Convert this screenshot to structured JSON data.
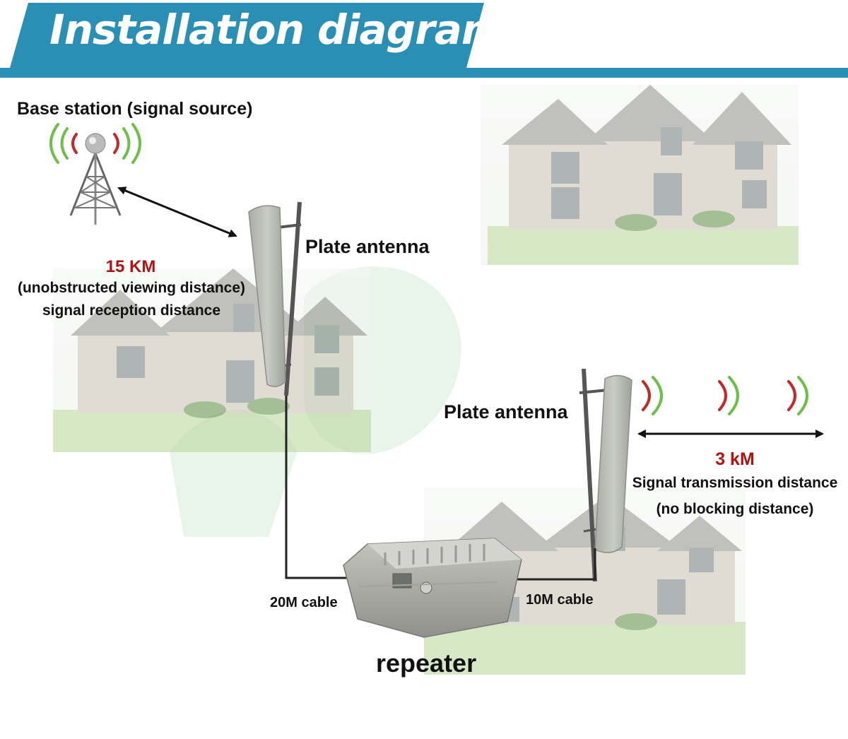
{
  "title": "Installation diagram",
  "base_station": {
    "label": "Base station (signal source)",
    "distance": "15 KM",
    "note_line1": "(unobstructed viewing distance)",
    "note_line2": "signal reception distance"
  },
  "outdoor_antenna": {
    "label": "Plate antenna"
  },
  "indoor_antenna": {
    "label": "Plate antenna",
    "distance": "3 kM",
    "note_line1": "Signal transmission distance",
    "note_line2": "(no blocking distance)"
  },
  "repeater": {
    "label": "repeater",
    "cable_in": "20M cable",
    "cable_out": "10M cable"
  },
  "colors": {
    "banner": "#2a8fb5",
    "banner_dark": "#1f7499",
    "wave_green": "#6cc04a",
    "wave_red": "#c22a2a",
    "highlight_red": "#b3130f"
  }
}
